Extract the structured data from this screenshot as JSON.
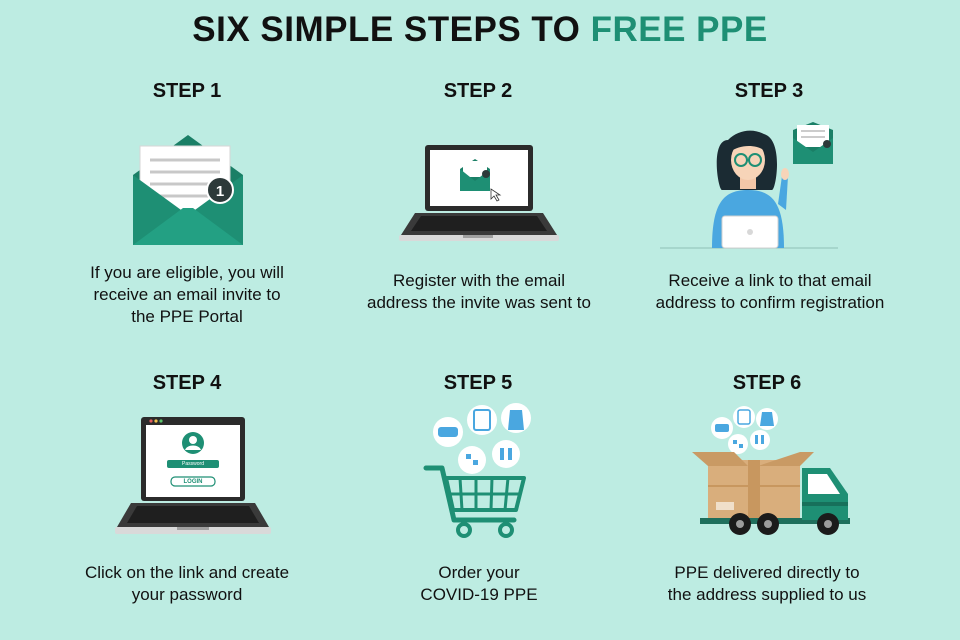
{
  "header": {
    "title_main": "SIX SIMPLE STEPS TO ",
    "title_accent": "FREE PPE"
  },
  "colors": {
    "background": "#bdece2",
    "accent": "#1e8f74",
    "envelope": "#1e8f74",
    "laptop_dark": "#2b2b2b",
    "person_shirt": "#4aa7e0"
  },
  "steps": [
    {
      "label": "STEP 1",
      "description": "If you are eligible, you will\nreceive an email invite to\nthe PPE Portal",
      "icon": "envelope-icon",
      "badge": "1"
    },
    {
      "label": "STEP 2",
      "description": "Register with the email\naddress the invite was sent to",
      "icon": "laptop-email-icon"
    },
    {
      "label": "STEP 3",
      "description": "Receive a link to that email\naddress to confirm registration",
      "icon": "person-laptop-icon"
    },
    {
      "label": "STEP 4",
      "description": "Click on the link and create\nyour password",
      "icon": "laptop-login-icon",
      "login_field": "Password",
      "login_button": "LOGIN"
    },
    {
      "label": "STEP 5",
      "description": "Order your\nCOVID-19 PPE",
      "icon": "shopping-cart-icon"
    },
    {
      "label": "STEP 6",
      "description": "PPE delivered directly to\nthe address supplied to us",
      "icon": "delivery-truck-icon"
    }
  ]
}
